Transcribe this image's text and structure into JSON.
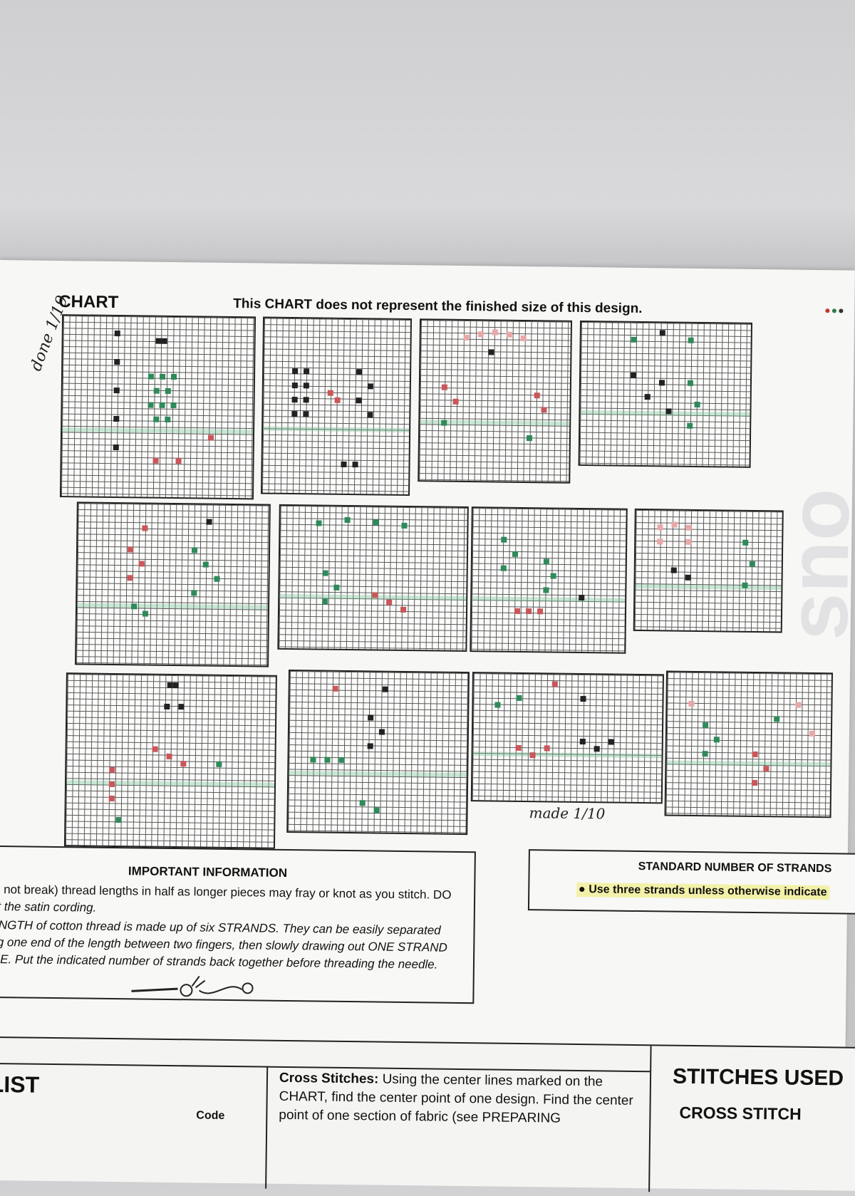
{
  "header": {
    "chart_label": "CHART",
    "chart_note": "This CHART does not represent the finished size of this design."
  },
  "important_info": {
    "title": "IMPORTANT INFORMATION",
    "lines": [
      "lo not break) thread lengths in half as longer pieces may fray or knot as you stitch. DO",
      "ut the satin cording.",
      "ENGTH of cotton thread is made up of six STRANDS. They can be easily separated",
      "ng one end of the length between two fingers, then slowly drawing out ONE STRAND",
      "ME. Put the indicated number of strands back together before threading the needle."
    ]
  },
  "standard_strands": {
    "title": "STANDARD NUMBER OF STRANDS",
    "line": "Use three strands unless otherwise indicate"
  },
  "handwriting": {
    "side_note": "done 1/19",
    "made_note": "made 1/10"
  },
  "bottom": {
    "list_title": "LIST",
    "code_label": "Code",
    "instructions_bold": "Cross Stitches:",
    "instructions_text": " Using the center lines marked on the CHART, find the center point of one design. Find the center point of one section of fabric (see PREPARING",
    "stitches_title": "STITCHES USED",
    "cross_stitch": "CROSS STITCH"
  },
  "colors": {
    "thread_green": "#2f8a5a",
    "thread_red": "#c9575a",
    "thread_pink": "#e9a8a8",
    "thread_black": "#222222",
    "highlight": "#f3f1a8"
  }
}
